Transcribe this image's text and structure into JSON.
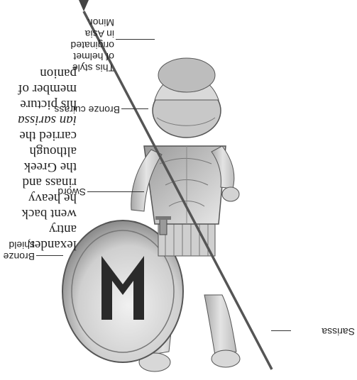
{
  "body_text_lines": [
    "lexander,",
    "antry",
    "went back",
    "he heavy",
    "rinass and",
    "the Greek",
    "although",
    "carried the",
    "ian sarissa",
    "his picture",
    "member of",
    "panion"
  ],
  "labels": {
    "sarissa": "Sarissa",
    "bronze_shield": [
      "Bronze",
      "shield"
    ],
    "sword": "Sword",
    "bronze_cuirass": "Bronze cuirass",
    "helmet_caption": [
      "This style",
      "of helmet",
      "originated",
      "in Asia",
      "Minor."
    ]
  }
}
